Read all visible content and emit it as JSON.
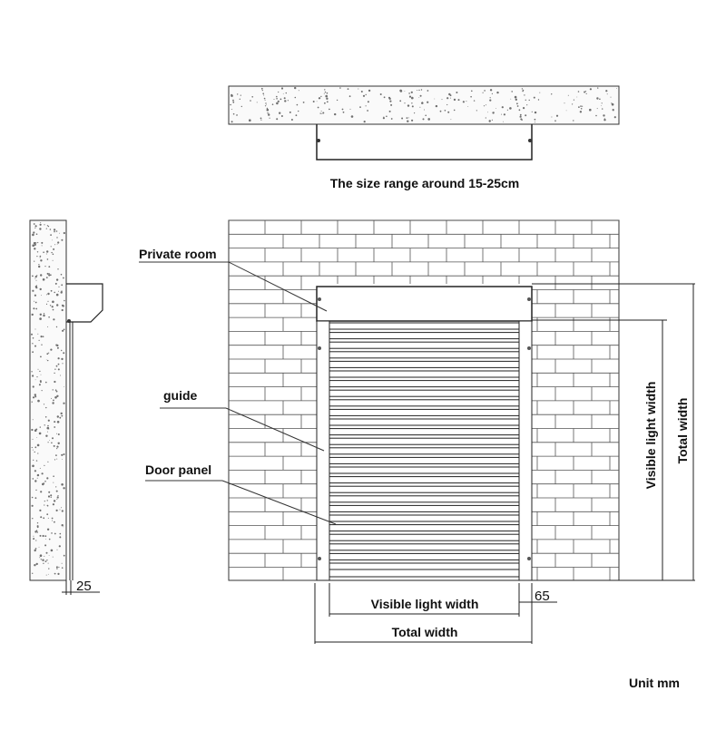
{
  "caption_top": "The size range around 15-25cm",
  "labels": {
    "private_room": "Private room",
    "guide": "guide",
    "door_panel": "Door panel"
  },
  "dimensions": {
    "visible_light_width_bottom": "Visible light width",
    "total_width_bottom": "Total width",
    "visible_light_width_side": "Visible light width",
    "total_width_side": "Total width",
    "wall_gap": "25",
    "guide_width": "65"
  },
  "unit_note": "Unit mm",
  "colors": {
    "line": "#222222",
    "dot": "#777777"
  }
}
